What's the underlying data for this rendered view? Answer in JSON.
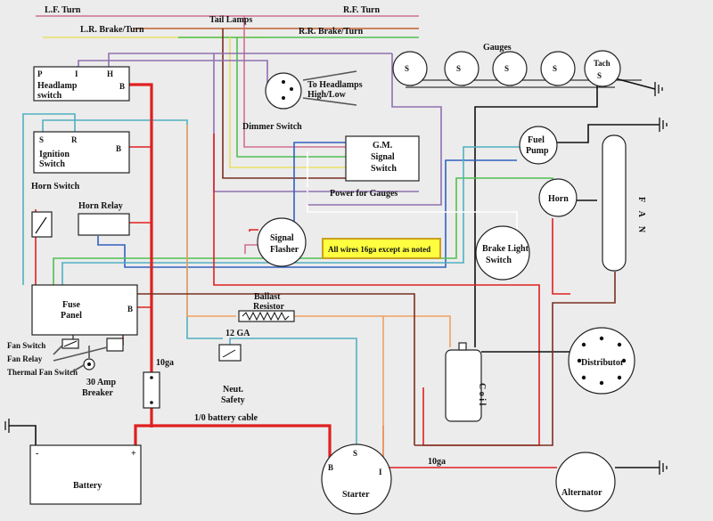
{
  "labels": {
    "lf_turn": "L.F. Turn",
    "lr_brake_turn": "L.R. Brake/Turn",
    "tail_lamps": "Tail Lamps",
    "rf_turn": "R.F. Turn",
    "rr_brake_turn": "R.R. Brake/Turn",
    "gauges": "Gauges",
    "headlamp_switch_l1": "Headlamp",
    "headlamp_switch_l2": "switch",
    "hl_p": "P",
    "hl_i": "I",
    "hl_h": "H",
    "hl_b": "B",
    "to_headlamps_l1": "To Headlamps",
    "to_headlamps_l2": "High/Low",
    "dimmer_switch": "Dimmer Switch",
    "ignition_s": "S",
    "ignition_r": "R",
    "ignition_l1": "Ignition",
    "ignition_l2": "Switch",
    "ignition_b": "B",
    "gm_l1": "G.M.",
    "gm_l2": "Signal",
    "gm_l3": "Switch",
    "power_for_gauges": "Power for Gauges",
    "fuel_pump_l1": "Fuel",
    "fuel_pump_l2": "Pump",
    "horn": "Horn",
    "fan": "F A N",
    "horn_switch": "Horn Switch",
    "horn_relay": "Horn Relay",
    "signal_flasher_l1": "Signal",
    "signal_flasher_l2": "Flasher",
    "note": "All wires 16ga except as noted",
    "brake_light_l1": "Brake Light",
    "brake_light_l2": "Switch",
    "fuse_panel_l1": "Fuse",
    "fuse_panel_l2": "Panel",
    "fuse_b": "B",
    "ballast_l1": "Ballast",
    "ballast_l2": "Resistor",
    "twelve_ga": "12 GA",
    "fan_switch": "Fan Switch",
    "fan_relay": "Fan Relay",
    "thermal_fan_switch": "Thermal Fan Switch",
    "ten_ga_a": "10ga",
    "breaker_l1": "30 Amp",
    "breaker_l2": "Breaker",
    "neut_l1": "Neut.",
    "neut_l2": "Safety",
    "coil": "C o i l",
    "distributor": "Distributor",
    "battery_cable": "1/0 battery cable",
    "ten_ga_b": "10ga",
    "battery": "Battery",
    "batt_minus": "-",
    "batt_plus": "+",
    "starter": "Starter",
    "st_b": "B",
    "st_s": "S",
    "st_i": "I",
    "alternator": "Alternator",
    "gauge_s": "S",
    "tach": "Tach",
    "tach_s": "S"
  },
  "colors": {
    "red": "#e02020",
    "orange": "#f0a060",
    "yellow": "#e8e060",
    "green": "#50c050",
    "blue": "#3060c0",
    "cyan": "#50b0c0",
    "purple": "#9070b0",
    "pink": "#d07090",
    "brown": "#7a3020",
    "black": "#111111",
    "grey": "#a0a0a0",
    "white": "#ffffff",
    "note_fill": "#ffff40"
  }
}
